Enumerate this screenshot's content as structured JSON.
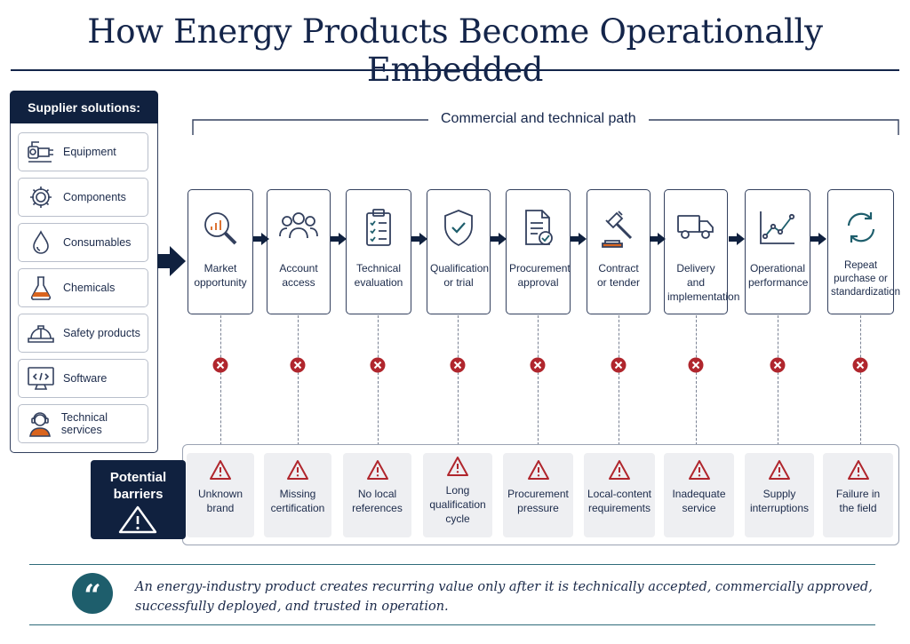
{
  "title": "How Energy Products Become Operationally Embedded",
  "suppliers": {
    "heading": "Supplier solutions:",
    "items": [
      {
        "label": "Equipment",
        "icon": "pump-icon"
      },
      {
        "label": "Components",
        "icon": "gear-icon"
      },
      {
        "label": "Consumables",
        "icon": "droplet-icon"
      },
      {
        "label": "Chemicals",
        "icon": "flask-icon"
      },
      {
        "label": "Safety products",
        "icon": "hard-hat-icon"
      },
      {
        "label": "Software",
        "icon": "monitor-code-icon"
      },
      {
        "label": "Technical services",
        "icon": "technician-icon"
      }
    ]
  },
  "path": {
    "label": "Commercial and technical path",
    "steps": [
      {
        "label": "Market\nopportunity",
        "icon": "magnify-chart-icon"
      },
      {
        "label": "Account\naccess",
        "icon": "people-icon"
      },
      {
        "label": "Technical\nevaluation",
        "icon": "checklist-icon"
      },
      {
        "label": "Qualification\nor trial",
        "icon": "shield-check-icon"
      },
      {
        "label": "Procurement\napproval",
        "icon": "document-check-icon"
      },
      {
        "label": "Contract\nor tender",
        "icon": "gavel-icon"
      },
      {
        "label": "Delivery and\nimplementation",
        "icon": "truck-icon"
      },
      {
        "label": "Operational\nperformance",
        "icon": "line-chart-icon"
      },
      {
        "label": "Repeat\npurchase or\nstandardization",
        "icon": "refresh-icon"
      }
    ]
  },
  "barriers": {
    "heading": "Potential\nbarriers",
    "items": [
      {
        "label": "Unknown\nbrand"
      },
      {
        "label": "Missing\ncertification"
      },
      {
        "label": "No local\nreferences"
      },
      {
        "label": "Long\nqualification\ncycle"
      },
      {
        "label": "Procurement\npressure"
      },
      {
        "label": "Local-content\nrequirements"
      },
      {
        "label": "Inadequate\nservice"
      },
      {
        "label": "Supply\ninterruptions"
      },
      {
        "label": "Failure in\nthe field"
      }
    ]
  },
  "quote": {
    "mark": "“",
    "line1": "An energy-industry product creates recurring value only after it is technically accepted, commercially approved,",
    "line2": "successfully deployed, and trusted in operation."
  },
  "colors": {
    "navy": "#10213f",
    "barrier_red": "#b0262d",
    "quote_teal": "#1e5e6c"
  }
}
